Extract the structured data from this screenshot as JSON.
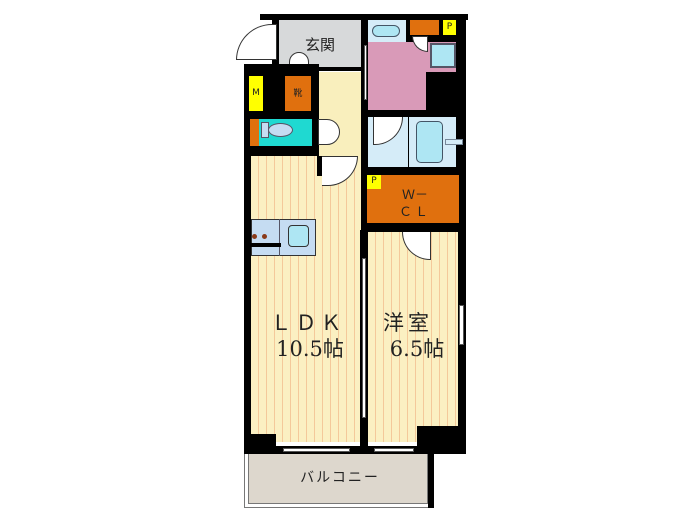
{
  "floorplan": {
    "rooms": {
      "entrance": {
        "label": "玄関",
        "color": "#d7d9da"
      },
      "ldk": {
        "label": "ＬＤＫ",
        "size": "10.5帖",
        "color": "#fbf0c2"
      },
      "western_room": {
        "label": "洋室",
        "size": "6.5帖",
        "color": "#fbf0c2"
      },
      "walk_in_closet": {
        "label_line1": "Ｗ－",
        "label_line2": "ＣＬ",
        "color": "#e0700e"
      },
      "balcony": {
        "label": "バルコニー",
        "color": "#ddd7cd"
      },
      "washroom": {
        "color": "#d99ab8"
      },
      "bathroom": {
        "color": "#d5ecf8"
      },
      "hallway": {
        "color": "#f9efbd"
      },
      "toilet": {
        "color": "#1fd9d1"
      }
    },
    "storage": {
      "meter_box": {
        "label": "M",
        "color": "#ffff00"
      },
      "shoe_box": {
        "label": "靴",
        "color": "#e0700e"
      },
      "pipe_space_top": {
        "label": "P",
        "color": "#ffff00"
      },
      "pipe_space_closet": {
        "label": "P",
        "color": "#ffff00"
      },
      "storage_top": {
        "color": "#e0700e"
      }
    }
  }
}
